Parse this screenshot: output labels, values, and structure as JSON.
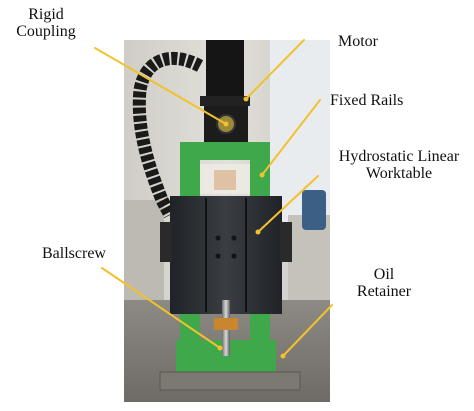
{
  "labels": {
    "rigid_coupling_line1": "Rigid",
    "rigid_coupling_line2": "Coupling",
    "motor": "Motor",
    "fixed_rails": "Fixed Rails",
    "hydrostatic_line1": "Hydrostatic Linear",
    "hydrostatic_line2": "Worktable",
    "ballscrew": "Ballscrew",
    "oil_retainer_line1": "Oil",
    "oil_retainer_line2": "Retainer"
  },
  "colors": {
    "leader_line": "#f2c12e",
    "frame_green": "#3fa84a",
    "steel_plate": "#2c2f34",
    "motor_black": "#151515",
    "background_wall": "#d8d6cf"
  }
}
